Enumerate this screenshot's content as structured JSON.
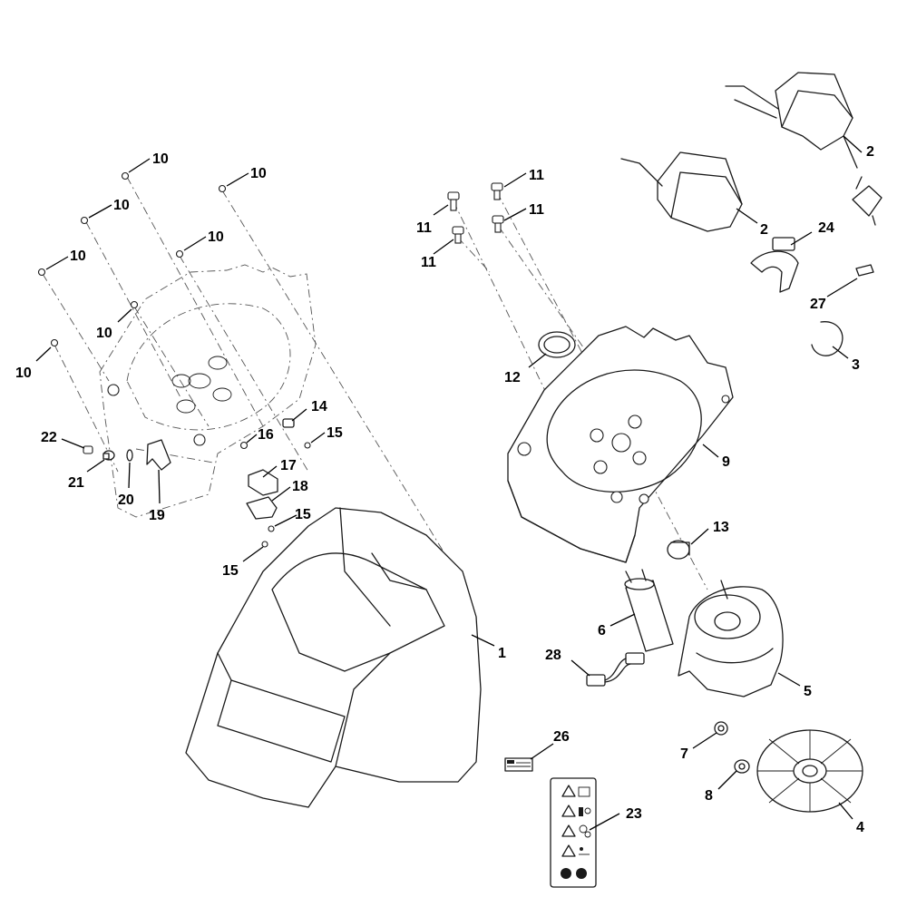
{
  "callouts": [
    "1",
    "2",
    "3",
    "4",
    "5",
    "6",
    "7",
    "8",
    "9",
    "10",
    "11",
    "12",
    "13",
    "14",
    "15",
    "16",
    "17",
    "18",
    "19",
    "20",
    "21",
    "22",
    "23",
    "24",
    "26",
    "27",
    "28"
  ]
}
